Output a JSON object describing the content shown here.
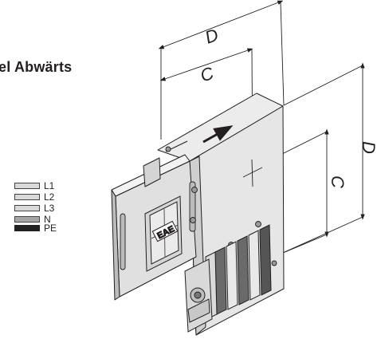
{
  "title": "el Abwärts",
  "dimensions": {
    "top_outer": "D",
    "top_inner": "C",
    "side_outer": "D",
    "side_inner": "C"
  },
  "legend": [
    {
      "label": "L1",
      "style": "light"
    },
    {
      "label": "L2",
      "style": "light"
    },
    {
      "label": "L3",
      "style": "light"
    },
    {
      "label": "N",
      "style": "medium"
    },
    {
      "label": "PE",
      "style": "dark"
    }
  ],
  "logo": "EAE",
  "colors": {
    "line": "#231f20",
    "housing": "#e4e4e4",
    "shade": "#c8c8c8",
    "dark": "#555555"
  }
}
